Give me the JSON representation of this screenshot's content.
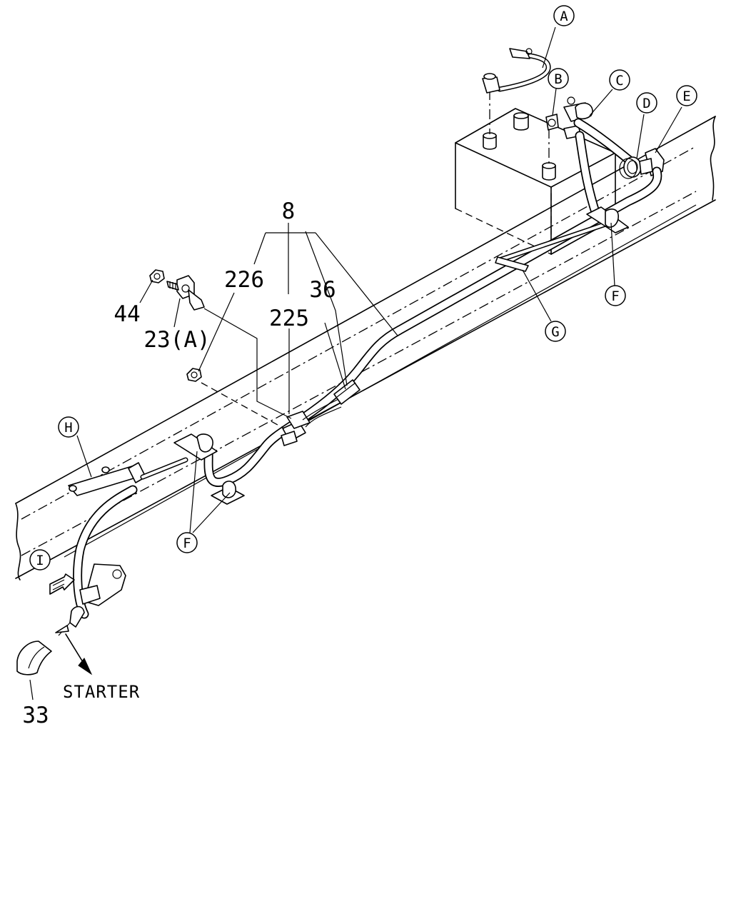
{
  "diagram": {
    "part_numbers": {
      "p8": "8",
      "p226": "226",
      "p225": "225",
      "p36": "36",
      "p44": "44",
      "p23a": "23(A)",
      "p33": "33"
    },
    "circle_labels": {
      "A": "A",
      "B": "B",
      "C": "C",
      "D": "D",
      "E": "E",
      "F_right": "F",
      "G": "G",
      "H": "H",
      "F_left": "F",
      "I": "I"
    },
    "direction_label": "STARTER"
  }
}
